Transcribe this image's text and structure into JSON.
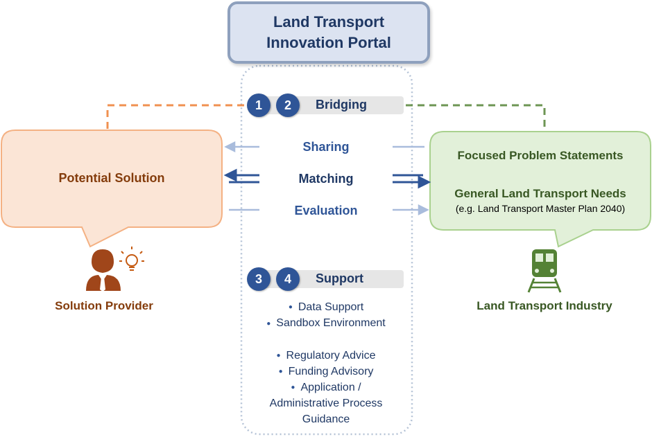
{
  "title": {
    "line1": "Land Transport",
    "line2": "Innovation Portal"
  },
  "bridging": {
    "num1": "1",
    "num2": "2",
    "label": "Bridging"
  },
  "exchange": {
    "sharing": "Sharing",
    "matching": "Matching",
    "evaluation": "Evaluation"
  },
  "support": {
    "num1": "3",
    "num2": "4",
    "label": "Support",
    "items_group1": [
      "Data Support",
      "Sandbox Environment"
    ],
    "items_group2": [
      "Regulatory Advice",
      "Funding Advisory"
    ],
    "item_last": {
      "line1": "Application /",
      "line2": "Administrative Process",
      "line3": "Guidance"
    }
  },
  "left": {
    "bubble_text": "Potential Solution",
    "caption": "Solution Provider"
  },
  "right": {
    "line1": "Focused Problem Statements",
    "line2": "General Land Transport Needs",
    "line3": "(e.g. Land Transport Master Plan 2040)",
    "caption": "Land Transport Industry"
  },
  "colors": {
    "navy": "#1f3864",
    "blue": "#2f5597",
    "orange_fill": "#fbe5d6",
    "orange_stroke": "#f4b183",
    "orange_text": "#843c0c",
    "green_fill": "#e2f0d9",
    "green_stroke": "#a9d18e",
    "green_text": "#385723",
    "green_icon": "#548235"
  },
  "icons": [
    "person-icon",
    "lightbulb-icon",
    "train-icon",
    "arrow-left-icon",
    "arrow-right-icon"
  ]
}
